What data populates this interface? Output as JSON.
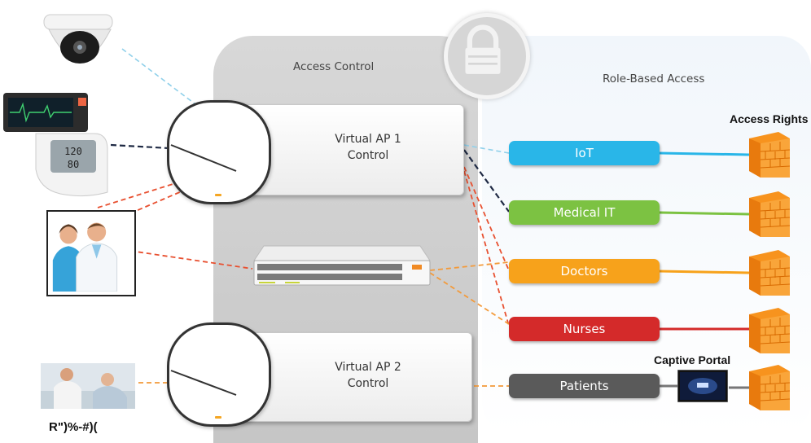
{
  "access_control": {
    "title": "Access Control"
  },
  "role_based": {
    "title": "Role-Based Access"
  },
  "vap1": {
    "label": "Virtual AP 1\nControl"
  },
  "vap2": {
    "label": "Virtual AP 2\nControl"
  },
  "access_rights": {
    "label": "Access Rights"
  },
  "captive_portal": {
    "label": "Captive Portal"
  },
  "caption": {
    "text": "R\")%-#)("
  },
  "roles": [
    {
      "label": "IoT",
      "color": "#29b6e8"
    },
    {
      "label": "Medical IT",
      "color": "#7cc242"
    },
    {
      "label": "Doctors",
      "color": "#f7a21b"
    },
    {
      "label": "Nurses",
      "color": "#d42a2a"
    },
    {
      "label": "Patients",
      "color": "#5a5a5a"
    }
  ],
  "icons": [
    "security-camera-icon",
    "blood-pressure-monitor-icon",
    "doctors-photo-icon",
    "patient-photo-icon",
    "access-point-icon",
    "network-switch-icon",
    "lock-icon",
    "firewall-icon",
    "captive-portal-screen-icon"
  ]
}
